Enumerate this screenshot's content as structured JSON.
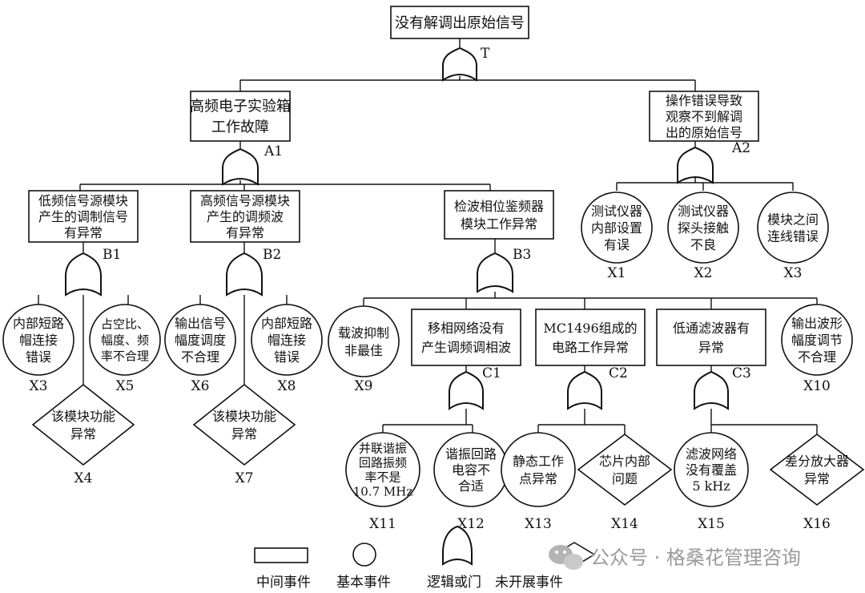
{
  "diagram": {
    "top_event": {
      "lines": [
        "没有解调出原始信号"
      ],
      "label": "T"
    },
    "intermediate": {
      "A1": {
        "lines": [
          "高频电子实验箱",
          "工作故障"
        ],
        "label": "A1"
      },
      "A2": {
        "lines": [
          "操作错误导致",
          "观察不到解调",
          "出的原始信号"
        ],
        "label": "A2"
      },
      "B1": {
        "lines": [
          "低频信号源模块",
          "产生的调制信号",
          "有异常"
        ],
        "label": "B1"
      },
      "B2": {
        "lines": [
          "高频信号源模块",
          "产生的调频波",
          "有异常"
        ],
        "label": "B2"
      },
      "B3": {
        "lines": [
          "检波相位鉴频器",
          "模块工作异常"
        ],
        "label": "B3"
      },
      "C1": {
        "lines": [
          "移相网络没有",
          "产生调频调相波"
        ],
        "label": "C1"
      },
      "C2": {
        "lines": [
          "MC1496组成的",
          "电路工作异常"
        ],
        "label": "C2"
      },
      "C3": {
        "lines": [
          "低通滤波器有",
          "异常"
        ],
        "label": "C3"
      }
    },
    "basic": {
      "X1": {
        "lines": [
          "测试仪器",
          "内部设置",
          "有误"
        ],
        "label": "X1"
      },
      "X2": {
        "lines": [
          "测试仪器",
          "探头接触",
          "不良"
        ],
        "label": "X2"
      },
      "X3": {
        "lines": [
          "内部短路",
          "帽连接",
          "错误"
        ],
        "label": "X3"
      },
      "X3b": {
        "lines": [
          "模块之间",
          "连线错误"
        ],
        "label": "X3"
      },
      "X5": {
        "lines": [
          "占空比、",
          "幅度、频",
          "率不合理"
        ],
        "label": "X5"
      },
      "X6": {
        "lines": [
          "输出信号",
          "幅度调度",
          "不合理"
        ],
        "label": "X6"
      },
      "X8": {
        "lines": [
          "内部短路",
          "帽连接",
          "错误"
        ],
        "label": "X8"
      },
      "X9": {
        "lines": [
          "载波抑制",
          "非最佳"
        ],
        "label": "X9"
      },
      "X10": {
        "lines": [
          "输出波形",
          "幅度调节",
          "不合理"
        ],
        "label": "X10"
      },
      "X11": {
        "lines": [
          "并联谐振",
          "回路振频",
          "率不是",
          "10.7 MHz"
        ],
        "label": "X11"
      },
      "X12": {
        "lines": [
          "谐振回路",
          "电容不",
          "合适"
        ],
        "label": "X12"
      },
      "X13": {
        "lines": [
          "静态工作",
          "点异常"
        ],
        "label": "X13"
      },
      "X15": {
        "lines": [
          "滤波网络",
          "没有覆盖",
          "5 kHz"
        ],
        "label": "X15"
      }
    },
    "undeveloped": {
      "X4": {
        "lines": [
          "该模块功能",
          "异常"
        ],
        "label": "X4"
      },
      "X7": {
        "lines": [
          "该模块功能",
          "异常"
        ],
        "label": "X7"
      },
      "X14": {
        "lines": [
          "芯片内部",
          "问题"
        ],
        "label": "X14"
      },
      "X16": {
        "lines": [
          "差分放大器",
          "异常"
        ],
        "label": "X16"
      }
    }
  },
  "legend": {
    "intermediate": "中间事件",
    "basic": "基本事件",
    "or_gate": "逻辑或门",
    "undeveloped": "未开展事件"
  },
  "watermark": {
    "text": "公众号 · 格桑花管理咨询",
    "icon": "wechat-icon"
  }
}
